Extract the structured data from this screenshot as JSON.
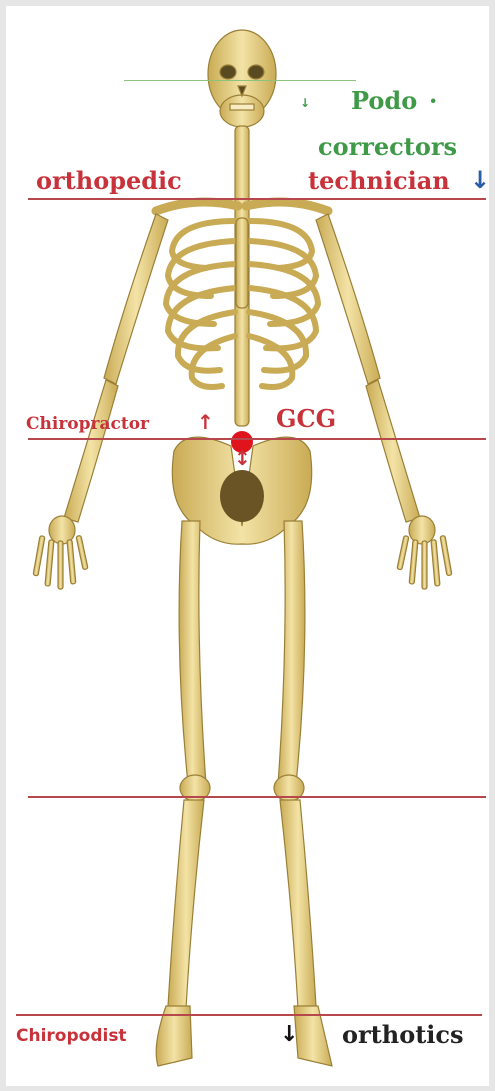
{
  "labels": {
    "podo": "Podo",
    "podo_dot": "·",
    "correctors": "correctors",
    "orthopedic": "orthopedic",
    "technician": "technician",
    "chiropractor": "Chiropractor",
    "gcg": "GCG",
    "chiropodist": "Chiropodist",
    "orthotics": "orthotics"
  },
  "arrows": {
    "podo": "↓",
    "technician": "↓",
    "chiropractor": "↑",
    "gcg": "↕",
    "orthotics": "↓"
  },
  "colors": {
    "reference_line": "#b5474d",
    "head_line": "#8cc27a",
    "label_red": "#c8323a",
    "label_green": "#3f9a48",
    "arrow_blue": "#2a5fa8",
    "bone": "#ecd891",
    "bone_shadow": "#b79a4a",
    "gcg_point": "#e0141c"
  }
}
